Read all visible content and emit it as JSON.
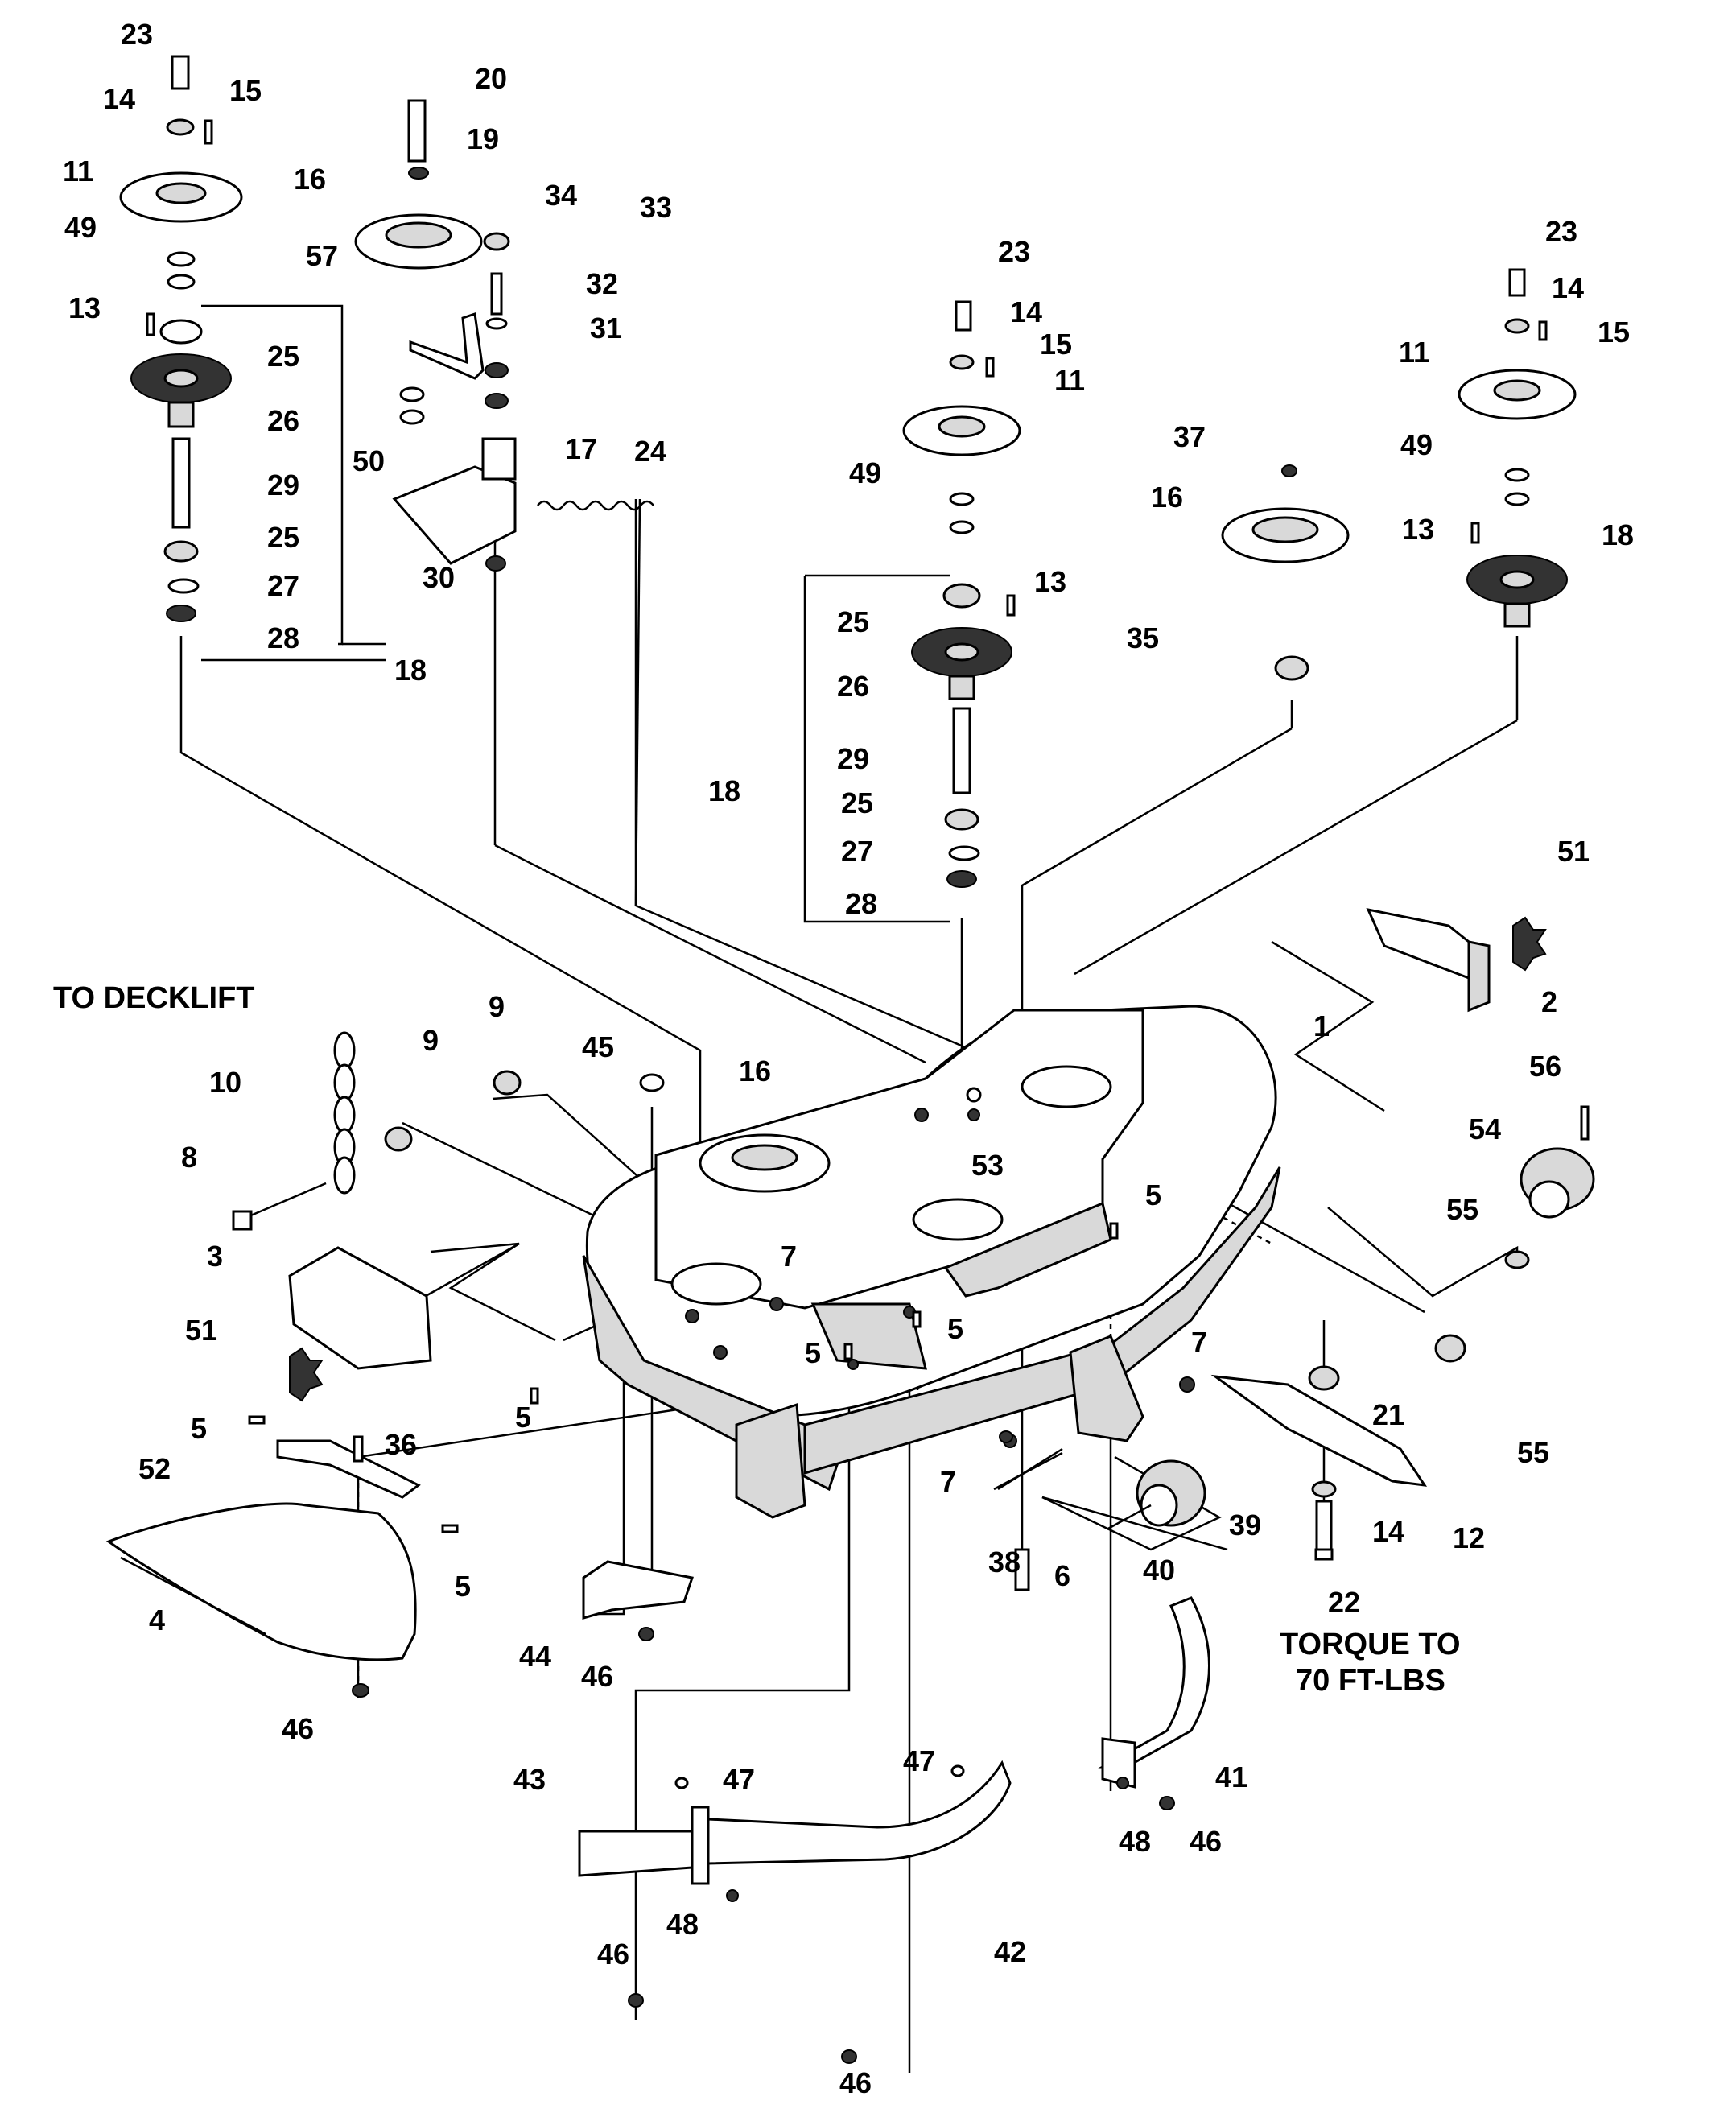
{
  "notes": {
    "to_decklift": "TO DECKLIFT",
    "torque_line1": "TORQUE TO",
    "torque_line2": "70 FT-LBS"
  },
  "callouts": [
    "23",
    "14",
    "15",
    "11",
    "49",
    "13",
    "25",
    "26",
    "29",
    "25",
    "27",
    "28",
    "18",
    "20",
    "19",
    "16",
    "34",
    "33",
    "57",
    "32",
    "31",
    "50",
    "17",
    "24",
    "30",
    "23",
    "14",
    "15",
    "11",
    "49",
    "13",
    "25",
    "26",
    "18",
    "29",
    "25",
    "27",
    "28",
    "37",
    "16",
    "35",
    "23",
    "14",
    "15",
    "11",
    "49",
    "13",
    "18",
    "51",
    "2",
    "1",
    "56",
    "54",
    "55",
    "55",
    "TO DECKLIFT",
    "10",
    "9",
    "9",
    "45",
    "16",
    "8",
    "3",
    "51",
    "7",
    "5",
    "53",
    "5",
    "5",
    "5",
    "7",
    "5",
    "36",
    "52",
    "4",
    "5",
    "46",
    "44",
    "46",
    "7",
    "38",
    "6",
    "40",
    "39",
    "21",
    "14",
    "12",
    "22",
    "43",
    "47",
    "46",
    "48",
    "42",
    "46",
    "47",
    "41",
    "48",
    "46"
  ]
}
